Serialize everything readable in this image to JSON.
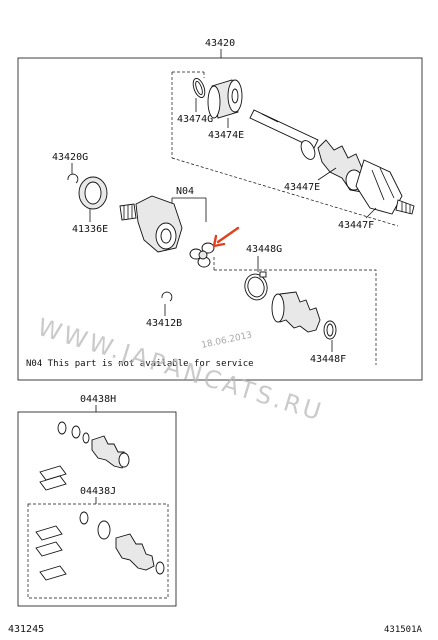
{
  "assembly": {
    "part_43420": "43420",
    "part_43474G": "43474G",
    "part_43474E": "43474E",
    "part_43420G": "43420G",
    "part_41336E": "41336E",
    "part_N04": "N04",
    "part_43447E": "43447E",
    "part_43447F": "43447F",
    "part_43448G": "43448G",
    "part_43412B": "43412B",
    "part_43448F": "43448F",
    "footnote": "N04 This part is not available for service"
  },
  "kits": {
    "part_04438H": "04438H",
    "part_04438J": "04438J"
  },
  "watermark": {
    "text": "WWW.JAPANCATS.RU",
    "date": "18.06.2013"
  },
  "footer": {
    "left_code": "431245",
    "right_code": "431501A"
  },
  "colors": {
    "line": "#111111",
    "arrow": "#e2401c",
    "watermark": "#b9b9b9"
  }
}
